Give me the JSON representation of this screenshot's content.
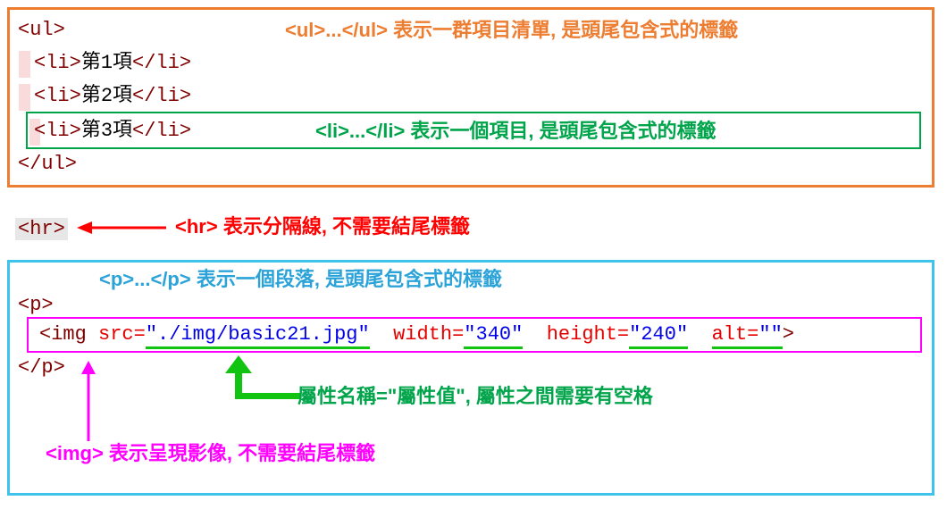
{
  "colors": {
    "tag": "#800000",
    "plain": "#000000",
    "attr": "#E50000",
    "value": "#0000E8",
    "orange": "#ED7D31",
    "green": "#00A44A",
    "bright_green": "#12C412",
    "red": "#FF0000",
    "blue": "#2BA3D9",
    "magenta": "#FF00FF",
    "cyan": "#3FC3EA",
    "hr_bg": "#E7E7E7",
    "indent_pink": "#F9DBDB"
  },
  "ul_section": {
    "ul_open": "<ul>",
    "ul_close": "</ul>",
    "li_open": "<li>",
    "li_close": "</li>",
    "items": [
      "第1項",
      "第2項",
      "第3項"
    ],
    "ul_annotation_tag": "<ul>...</ul>",
    "ul_annotation_text": " 表示一群項目清單, 是頭尾包含式的標籤",
    "li_annotation_tag": "<li>...</li>",
    "li_annotation_text": " 表示一個項目, 是頭尾包含式的標籤"
  },
  "hr_section": {
    "code": "<hr>",
    "annotation_tag": "<hr>",
    "annotation_text": " 表示分隔線, 不需要結尾標籤"
  },
  "p_section": {
    "p_annotation_tag": "<p>...</p>",
    "p_annotation_text": " 表示一個段落, 是頭尾包含式的標籤",
    "p_open": "<p>",
    "p_close": "</p>",
    "img": {
      "tag_open": "<img ",
      "tag_close": ">",
      "attr_separator": "  ",
      "attrs": [
        {
          "name": "src",
          "value": "\"./img/basic21.jpg\"",
          "underline": "value"
        },
        {
          "name": "width",
          "value": "\"340\"",
          "underline": "value"
        },
        {
          "name": "height",
          "value": "\"240\"",
          "underline": "value"
        },
        {
          "name": "alt",
          "value": "\"\"",
          "underline": "all"
        }
      ]
    },
    "attr_annotation": "屬性名稱=\"屬性值\", 屬性之間需要有空格",
    "img_annotation_tag": "<img>",
    "img_annotation_text": " 表示呈現影像, 不需要結尾標籤"
  }
}
